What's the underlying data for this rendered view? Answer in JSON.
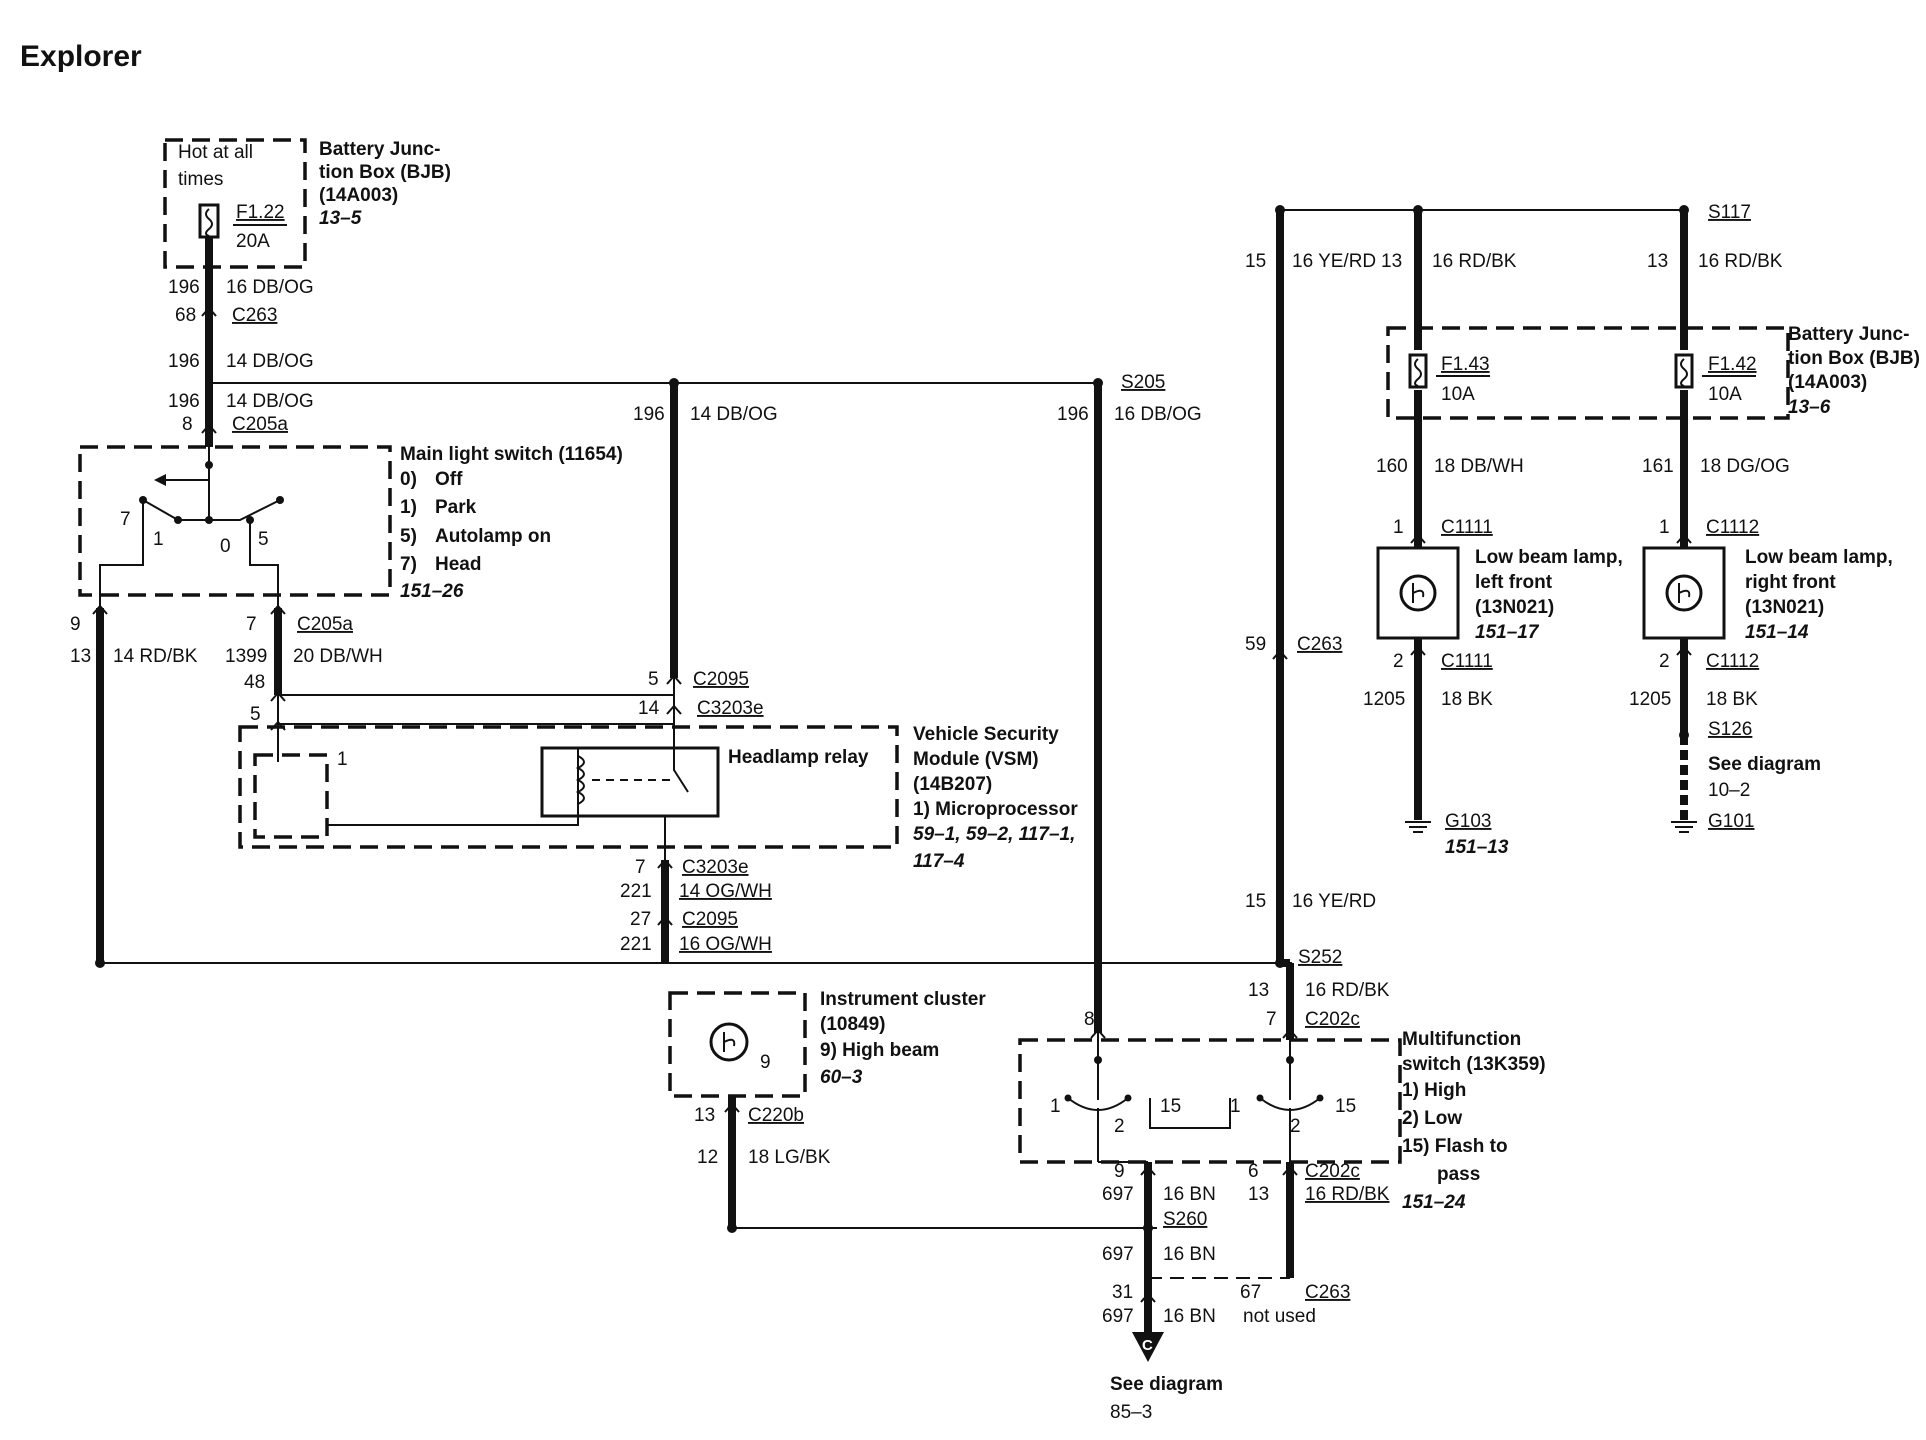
{
  "title": "Explorer",
  "bjb_top": {
    "box_text": [
      "Hot at all",
      "times"
    ],
    "fuse": "F1.22",
    "rating": "20A",
    "name": [
      "Battery Junc-",
      "tion Box (BJB)",
      "(14A003)"
    ],
    "ref": "13–5"
  },
  "bjb_right": {
    "fuse_left": "F1.43",
    "rating_left": "10A",
    "fuse_right": "F1.42",
    "rating_right": "10A",
    "name": [
      "Battery Junc-",
      "tion Box (BJB)",
      "(14A003)"
    ],
    "ref": "13–6"
  },
  "main_light_switch": {
    "title": "Main light switch (11654)",
    "positions": [
      {
        "num": "0)",
        "label": "Off"
      },
      {
        "num": "1)",
        "label": "Park"
      },
      {
        "num": "5)",
        "label": "Autolamp on"
      },
      {
        "num": "7)",
        "label": "Head"
      }
    ],
    "ref": "151–26",
    "pin_labels": [
      "7",
      "1",
      "0",
      "5"
    ]
  },
  "vsm": {
    "name": [
      "Vehicle Security",
      "Module (VSM)",
      "(14B207)"
    ],
    "item": "1)    Microprocessor",
    "refs": [
      "59–1, 59–2, 117–1,",
      "117–4"
    ],
    "relay": "Headlamp relay",
    "pin": "1"
  },
  "instrument_cluster": {
    "name": [
      "Instrument cluster",
      "(10849)"
    ],
    "item": "9)   High beam",
    "ref": "60–3",
    "pin": "9"
  },
  "multifunction_switch": {
    "name": [
      "Multifunction",
      "switch (13K359)"
    ],
    "items": [
      "1)   High",
      "2)   Low",
      "15)  Flash to",
      "pass"
    ],
    "ref": "151–24",
    "pin_labels": [
      "1",
      "2",
      "15",
      "1",
      "2",
      "15"
    ]
  },
  "lamp_left": {
    "name": [
      "Low beam lamp,",
      "left front",
      "(13N021)"
    ],
    "ref": "151–17"
  },
  "lamp_right": {
    "name": [
      "Low beam lamp,",
      "right front",
      "(13N021)"
    ],
    "ref": "151–14"
  },
  "see_diagram_s126": {
    "label": "See diagram",
    "ref": "10–2"
  },
  "see_diagram_bottom": {
    "label": "See diagram",
    "ref": "85–3",
    "symbol": "C"
  },
  "grounds": {
    "g103": "G103",
    "g103_ref": "151–13",
    "g101": "G101"
  },
  "labels": {
    "c1_196": "196",
    "c1_16dbog": "16 DB/OG",
    "c1_68": "68",
    "c1_c263": "C263",
    "c2_196": "196",
    "c2_14dbog": "14 DB/OG",
    "c3_196": "196",
    "c3_14dbog": "14 DB/OG",
    "c3_8": "8",
    "c3_c205a": "C205a",
    "m_196": "196",
    "m_14dbog": "14 DB/OG",
    "s205": "S205",
    "s205_196": "196",
    "s205_16dbog": "16 DB/OG",
    "l_9": "9",
    "l_13": "13",
    "l_14rdbk": "14 RD/BK",
    "c205_7": "7",
    "c205_name": "C205a",
    "c205_1399": "1399",
    "c205_20dbwh": "20 DB/WH",
    "c205_48": "48",
    "c2095_5": "5",
    "c2095_name": "C2095",
    "c3203_5": "5",
    "c3203_14": "14",
    "c3203_name": "C3203e",
    "r_7": "7",
    "r_c3203e": "C3203e",
    "r_221a": "221",
    "r_14ogwh": "14 OG/WH",
    "r_27": "27",
    "r_c2095": "C2095",
    "r_221b": "221",
    "r_16ogwh": "16 OG/WH",
    "ic_13": "13",
    "ic_c220b": "C220b",
    "ic_12": "12",
    "ic_18lgbk": "18 LG/BK",
    "mf_8": "8",
    "mf_7": "7",
    "mf_c202c": "C202c",
    "mf_9": "9",
    "mf_697a": "697",
    "mf_16bn_a": "16 BN",
    "mf_6": "6",
    "mf_13": "13",
    "mf_c202c_b": "C202c",
    "mf_16rdbk": "16 RD/BK",
    "s260": "S260",
    "s260_697": "697",
    "s260_16bn": "16 BN",
    "b_31": "31",
    "b_697": "697",
    "b_16bn": "16 BN",
    "b_67": "67",
    "b_c263": "C263",
    "b_notused": "not used",
    "s117": "S117",
    "yerd_15": "15",
    "yerd_16yerd": "16 YE/RD",
    "rl_13": "13",
    "rl_16rdbk": "16 RD/BK",
    "rr_13": "13",
    "rr_16rdbk": "16 RD/BK",
    "c263_59": "59",
    "c263_name": "C263",
    "yerd2_15": "15",
    "yerd2_16yerd": "16 YE/RD",
    "s252": "S252",
    "s252_13": "13",
    "s252_16rdbk": "16 RD/BK",
    "ll_160": "160",
    "ll_18dbwh": "18 DB/WH",
    "ll_1": "1",
    "ll_c1111": "C1111",
    "ll_2": "2",
    "ll_c1111b": "C1111",
    "ll_1205": "1205",
    "ll_18bk": "18 BK",
    "lr_161": "161",
    "lr_18dgog": "18 DG/OG",
    "lr_1": "1",
    "lr_c1112": "C1112",
    "lr_2": "2",
    "lr_c1112b": "C1112",
    "lr_1205": "1205",
    "lr_18bk": "18 BK",
    "s126": "S126"
  }
}
